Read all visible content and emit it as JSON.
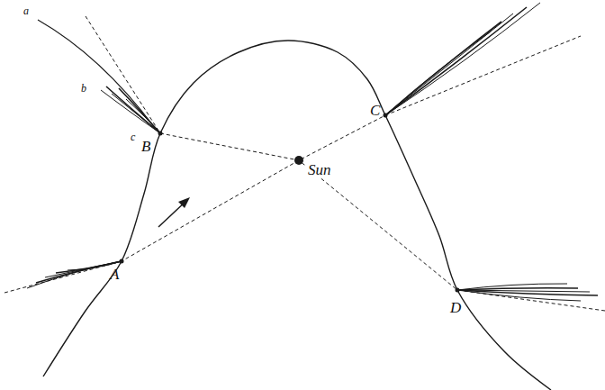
{
  "diagram": {
    "labels": [
      "a",
      "b",
      "c",
      "B",
      "C",
      "A",
      "Sun",
      "D"
    ]
  }
}
